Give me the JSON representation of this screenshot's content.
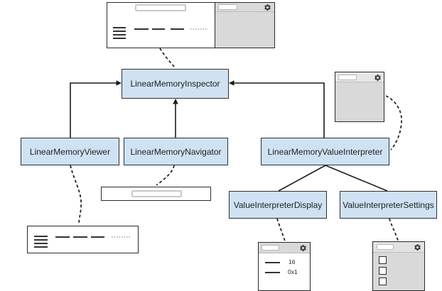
{
  "nodes": {
    "inspector": {
      "label": "LinearMemoryInspector"
    },
    "viewer": {
      "label": "LinearMemoryViewer"
    },
    "navigator": {
      "label": "LinearMemoryNavigator"
    },
    "value_interpreter": {
      "label": "LinearMemoryValueInterpreter"
    },
    "display": {
      "label": "ValueInterpreterDisplay"
    },
    "settings": {
      "label": "ValueInterpreterSettings"
    }
  },
  "previews": {
    "inspector": {
      "parts": [
        "toolbar-input",
        "address-list",
        "byte-dashes",
        "ascii-dots",
        "interpreter-sidebar",
        "gear-icon"
      ]
    },
    "viewer": {
      "parts": [
        "address-list",
        "byte-dashes",
        "ascii-dots"
      ]
    },
    "navigator": {
      "parts": [
        "address-input"
      ]
    },
    "interpreter": {
      "parts": [
        "header-input",
        "gear-icon",
        "gray-body"
      ]
    },
    "display": {
      "rows": [
        {
          "value": "16"
        },
        {
          "value": "0x1"
        }
      ]
    },
    "settings": {
      "checkboxes": 3
    }
  },
  "edges": [
    {
      "from": "LinearMemoryViewer",
      "to": "LinearMemoryInspector",
      "style": "solid-arrow"
    },
    {
      "from": "LinearMemoryNavigator",
      "to": "LinearMemoryInspector",
      "style": "solid-arrow"
    },
    {
      "from": "LinearMemoryValueInterpreter",
      "to": "LinearMemoryInspector",
      "style": "solid-arrow"
    },
    {
      "from": "LinearMemoryValueInterpreter",
      "to": "ValueInterpreterDisplay",
      "style": "solid"
    },
    {
      "from": "LinearMemoryValueInterpreter",
      "to": "ValueInterpreterSettings",
      "style": "solid"
    },
    {
      "from": "inspector-ui-preview",
      "to": "LinearMemoryInspector",
      "style": "dashed"
    },
    {
      "from": "LinearMemoryViewer",
      "to": "viewer-ui-preview",
      "style": "dashed"
    },
    {
      "from": "LinearMemoryNavigator",
      "to": "navigator-ui-preview",
      "style": "dashed"
    },
    {
      "from": "interpreter-ui-preview",
      "to": "LinearMemoryValueInterpreter",
      "style": "dashed"
    },
    {
      "from": "ValueInterpreterDisplay",
      "to": "display-ui-preview",
      "style": "dashed"
    },
    {
      "from": "ValueInterpreterSettings",
      "to": "settings-ui-preview",
      "style": "dashed"
    }
  ],
  "icons": {
    "gear": "gear-icon"
  },
  "colors": {
    "node_fill": "#cfe2f3",
    "node_border": "#2f2f2f",
    "panel_fill": "#d9d9d9",
    "connector": "#1c1c1c",
    "background": "#ffffff"
  }
}
